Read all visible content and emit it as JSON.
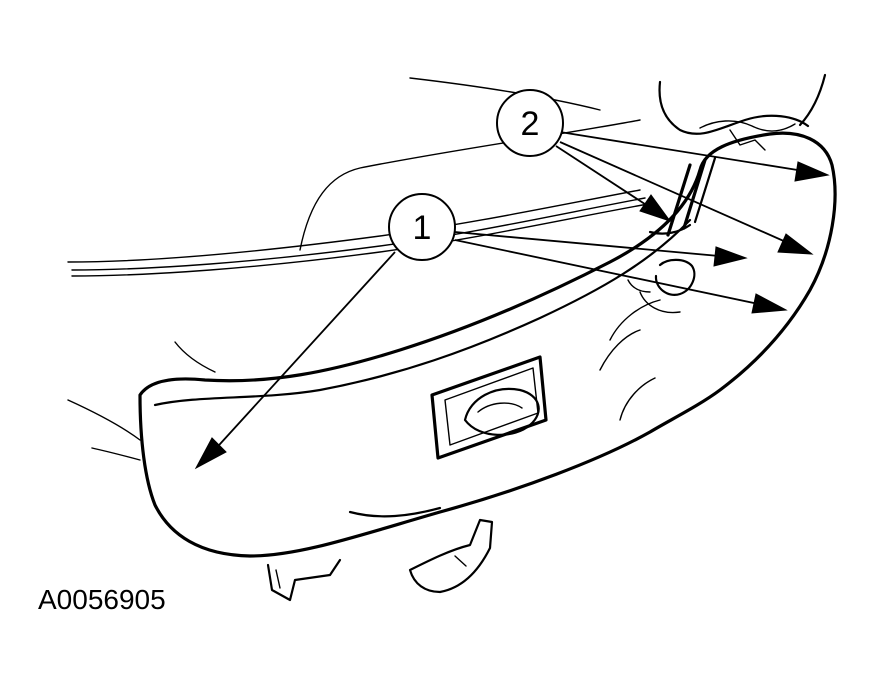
{
  "figure_id": "A0056905",
  "callouts": [
    {
      "label": "1",
      "arrow_count": 3
    },
    {
      "label": "2",
      "arrow_count": 3
    }
  ],
  "colors": {
    "ink": "#000000",
    "background": "#ffffff"
  }
}
